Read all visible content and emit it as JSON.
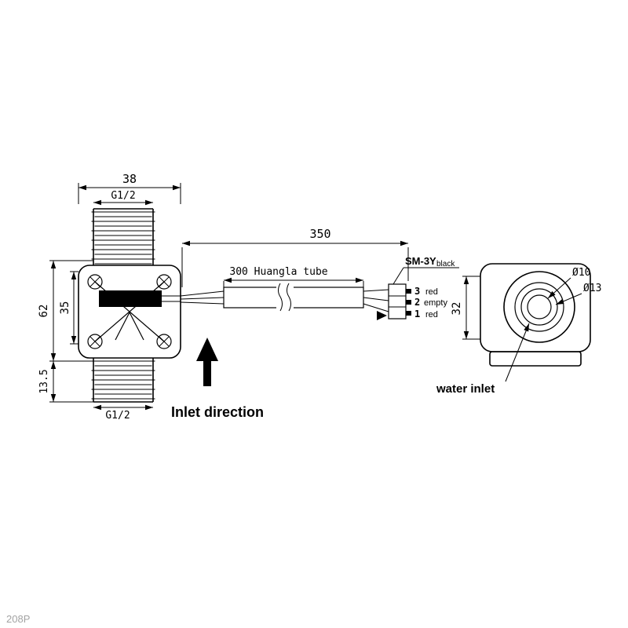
{
  "page": {
    "background": "#ffffff",
    "watermark": "208P",
    "line_color": "#000000"
  },
  "front_view": {
    "width_dim": "38",
    "top_thread_label": "G1/2",
    "overall_height_dim": "62",
    "body_height_dim": "35",
    "bottom_section_dim": "13.5",
    "bottom_thread_label": "G1/2",
    "inlet_direction_label": "Inlet direction"
  },
  "cable": {
    "cable_length_dim": "350",
    "tube_label": "300 Huangla tube",
    "connector_model": "SM-3Y",
    "connector_color_note": "black",
    "pins": [
      {
        "number": "3",
        "wire": "red"
      },
      {
        "number": "2",
        "wire": "empty"
      },
      {
        "number": "1",
        "wire": "red"
      }
    ]
  },
  "side_view": {
    "inner_diameter_dim": "Ø10",
    "outer_diameter_dim": "Ø13",
    "height_dim": "32",
    "water_inlet_label": "water inlet"
  }
}
